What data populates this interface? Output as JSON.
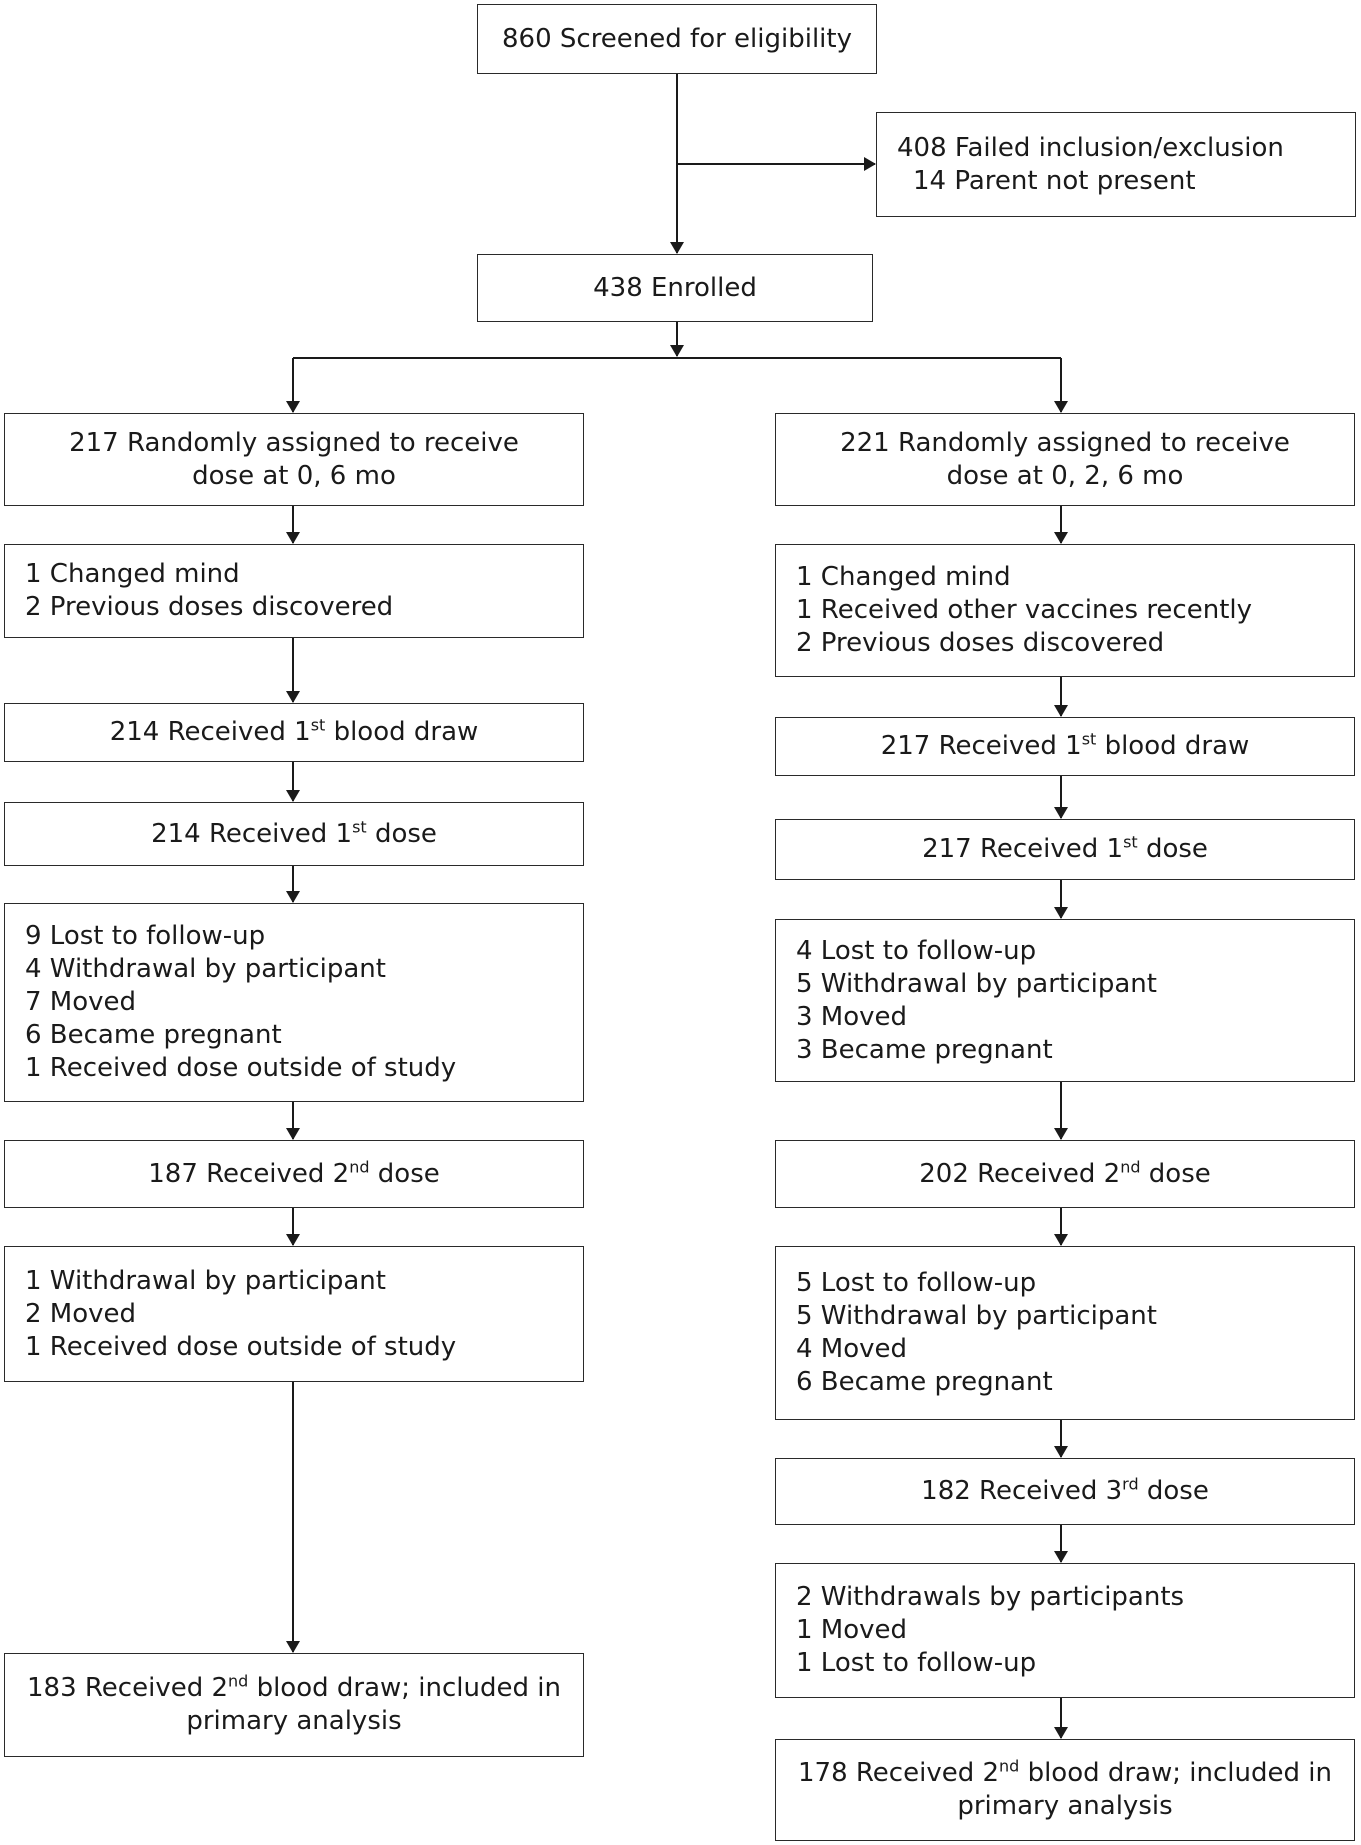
{
  "screened": "860 Screened for eligibility",
  "excluded": [
    "408 Failed inclusion/exclusion",
    "14 Parent not present"
  ],
  "enrolled": "438 Enrolled",
  "left": {
    "randomized": [
      "217 Randomly assigned to receive",
      "dose at 0, 6 mo"
    ],
    "excluded1": [
      "1 Changed mind",
      "2 Previous doses discovered"
    ],
    "blood1": {
      "pre": "214 Received 1",
      "sup": "st",
      "post": " blood draw"
    },
    "dose1": {
      "pre": "214 Received 1",
      "sup": "st",
      "post": " dose"
    },
    "lost1": [
      "9 Lost to follow-up",
      "4 Withdrawal by participant",
      "7 Moved",
      "6 Became pregnant",
      "1 Received dose outside of study"
    ],
    "dose2": {
      "pre": "187 Received 2",
      "sup": "nd",
      "post": " dose"
    },
    "lost2": [
      "1 Withdrawal by participant",
      "2 Moved",
      "1 Received dose outside of study"
    ],
    "final": {
      "pre": "183 Received 2",
      "sup": "nd",
      "post": " blood draw; included in",
      "line2": "primary analysis"
    }
  },
  "right": {
    "randomized": [
      "221 Randomly assigned to receive",
      "dose at 0, 2, 6 mo"
    ],
    "excluded1": [
      "1 Changed mind",
      "1 Received other vaccines recently",
      "2 Previous doses discovered"
    ],
    "blood1": {
      "pre": "217 Received 1",
      "sup": "st",
      "post": " blood draw"
    },
    "dose1": {
      "pre": "217 Received 1",
      "sup": "st",
      "post": " dose"
    },
    "lost1": [
      "4 Lost to follow-up",
      "5 Withdrawal by participant",
      "3 Moved",
      "3 Became pregnant"
    ],
    "dose2": {
      "pre": "202 Received 2",
      "sup": "nd",
      "post": " dose"
    },
    "lost2": [
      "5 Lost to follow-up",
      "5 Withdrawal by participant",
      "4 Moved",
      "6 Became pregnant"
    ],
    "dose3": {
      "pre": "182 Received 3",
      "sup": "rd",
      "post": " dose"
    },
    "lost3": [
      "2 Withdrawals by participants",
      "1 Moved",
      "1 Lost to follow-up"
    ],
    "final": {
      "pre": "178 Received 2",
      "sup": "nd",
      "post": " blood draw; included in",
      "line2": "primary analysis"
    }
  }
}
